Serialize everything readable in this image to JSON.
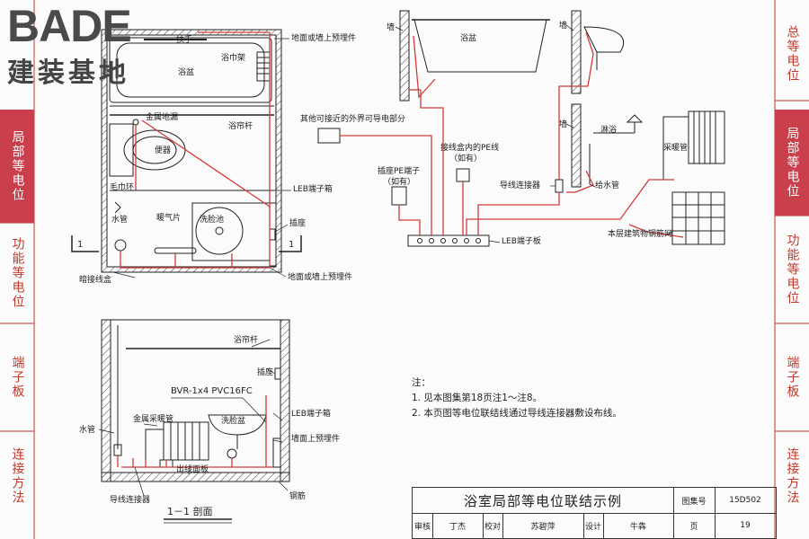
{
  "logo": {
    "main": "BADE",
    "sub": "建装基地"
  },
  "left_nav": [
    {
      "label": "局部等电位",
      "active": true
    },
    {
      "label": "功能等电位",
      "active": false
    },
    {
      "label": "端子板",
      "active": false
    },
    {
      "label": "连接方法",
      "active": false
    }
  ],
  "right_nav": [
    {
      "label": "总等电位",
      "active": false
    },
    {
      "label": "局部等电位",
      "active": true
    },
    {
      "label": "功能等电位",
      "active": false
    },
    {
      "label": "端子板",
      "active": false
    },
    {
      "label": "连接方法",
      "active": false
    }
  ],
  "plan_labels": {
    "handrail": "扶手",
    "bathtub": "浴盆",
    "towel_rack": "浴巾架",
    "floor_wall_pipe_top": "地面或墙上预埋件",
    "metal_drain": "金属地漏",
    "curtain_rod": "浴帘杆",
    "toilet": "便器",
    "leb_box": "LEB端子箱",
    "towel_ring": "毛巾环",
    "water_pipe": "水管",
    "heater": "暖气片",
    "washbasin": "洗脸池",
    "socket": "插座",
    "section_mark_left": "1",
    "section_mark_right": "1",
    "concealed_box": "暗接线盒",
    "floor_wall_pipe_bottom": "地面或墙上预埋件"
  },
  "system_labels": {
    "wall_1": "墙",
    "bathtub": "浴盆",
    "wall_2": "墙",
    "wall_3": "墙",
    "shower": "淋浴",
    "outer_conductive": "其他可接近的外界可导电部分",
    "junction_pe": "接线盒内的PE线",
    "junction_pe_sub": "（如有）",
    "socket_pe": "插座PE端子",
    "socket_pe_sub": "（如有）",
    "wire_connector": "导线连接器",
    "supply_pipe": "给水管",
    "heating_pipe": "采暖管",
    "leb_board": "LEB端子板",
    "rebar_mesh": "本层建筑物钢筋网"
  },
  "section_labels": {
    "curtain_rod": "浴帘杆",
    "socket": "插座",
    "cable_spec": "BVR-1x4  PVC16FC",
    "leb_box": "LEB端子箱",
    "water_pipe": "水管",
    "metal_heating": "金属采暖管",
    "washbasin": "洗脸盆",
    "wall_pipe": "墙面上预埋件",
    "outlet_panel": "出线面板",
    "wire_connector": "导线连接器",
    "rebar": "钢筋",
    "section_title": "1－1 剖面"
  },
  "notes": {
    "heading": "注：",
    "items": [
      "1. 见本图集第18页注1～注8。",
      "2. 本页图等电位联结线通过导线连接器敷设布线。"
    ]
  },
  "title_block": {
    "title": "浴室局部等电位联结示例",
    "atlas_label": "图集号",
    "atlas_no": "15D502",
    "review_label": "审核",
    "reviewer": "丁杰",
    "check_label": "校对",
    "checker": "苏碧萍",
    "design_label": "设计",
    "designer": "牛犇",
    "page_label": "页",
    "page_no": "19"
  },
  "colors": {
    "accent": "#c9404c",
    "equipotential_line": "#d23a3a",
    "line": "#222222"
  }
}
